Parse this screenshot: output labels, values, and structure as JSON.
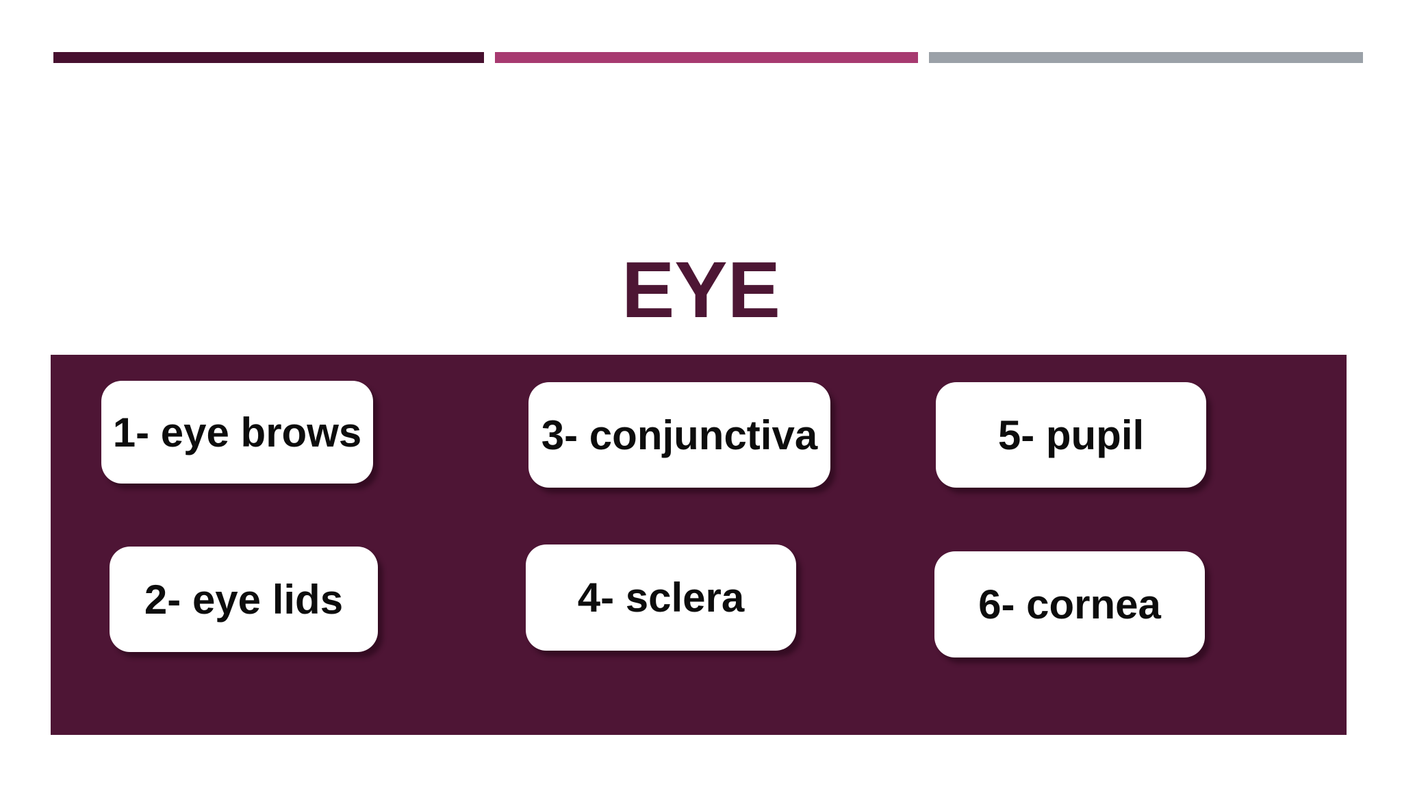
{
  "slide": {
    "title": "EYE",
    "colors": {
      "slide_background": "#ffffff",
      "title_text": "#4d1634",
      "panel_background": "#4e1535",
      "box_background": "#ffffff",
      "box_text": "#0d0d0d",
      "bar_left": "#47102f",
      "bar_middle": "#a73a70",
      "bar_right": "#9ba1a8"
    },
    "top_bars": [
      {
        "name": "left-accent-bar"
      },
      {
        "name": "middle-accent-bar"
      },
      {
        "name": "right-accent-bar"
      }
    ],
    "panel": {
      "items": [
        {
          "label": "1- eye brows"
        },
        {
          "label": "2- eye lids"
        },
        {
          "label": "3- conjunctiva"
        },
        {
          "label": "4- sclera"
        },
        {
          "label": "5- pupil"
        },
        {
          "label": "6- cornea"
        }
      ]
    }
  }
}
